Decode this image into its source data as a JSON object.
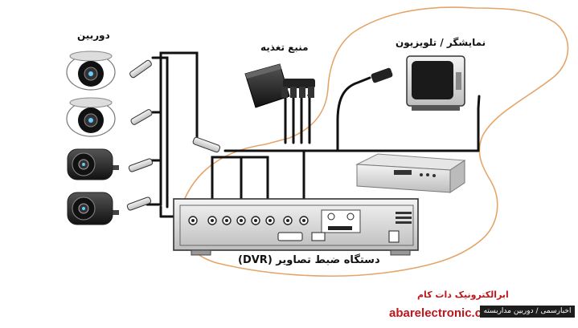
{
  "labels": {
    "cameras": "دوربین",
    "power_supply": "منبع تغذیه",
    "monitor_tv": "نمایشگر / تلویزیون",
    "dvr": "دستگاه ضبط تصاویر (DVR)"
  },
  "branding": {
    "name_fa": "ابرالکترونیک دات کام",
    "url": "abarelectronic.com",
    "badge": "اخبارسمی / دوربین مداربسته"
  },
  "colors": {
    "cable": "#111111",
    "outline": "#e4a56a",
    "brand": "#c0161b"
  }
}
